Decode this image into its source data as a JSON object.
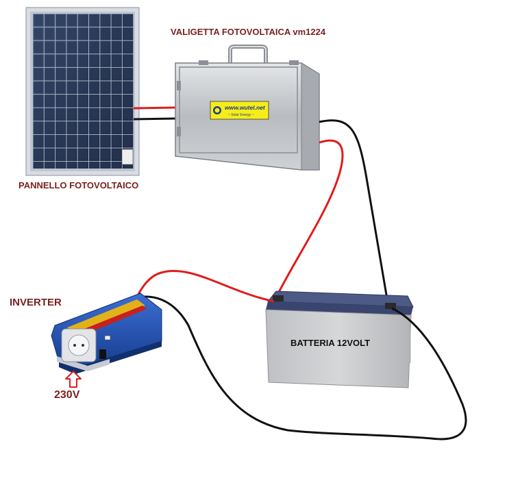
{
  "labels": {
    "case_title": "VALIGETTA FOTOVOLTAICA vm1224",
    "panel_title": "PANNELLO FOTOVOLTAICO",
    "inverter_title": "INVERTER",
    "output_voltage": "230V",
    "battery_title": "BATTERIA 12VOLT"
  },
  "case_sticker": {
    "website": "www.wutel.net",
    "tagline": "~ Solar Energy ~"
  },
  "icons": {
    "sun": "sun-logo-icon",
    "arrow": "up-arrow-icon",
    "socket": "power-socket-icon",
    "usb": "usb-port-icon",
    "switch": "power-switch-icon"
  },
  "colors": {
    "label_red": "#7a1f1f",
    "wire_red": "#e01b1b",
    "wire_black": "#111111",
    "arrow_red": "#d42020",
    "inverter_blue": "#1e4fb0",
    "battery_grey": "#c9c9cb",
    "battery_lid": "#4d5a86",
    "sticker_yellow": "#f6ec1a"
  }
}
